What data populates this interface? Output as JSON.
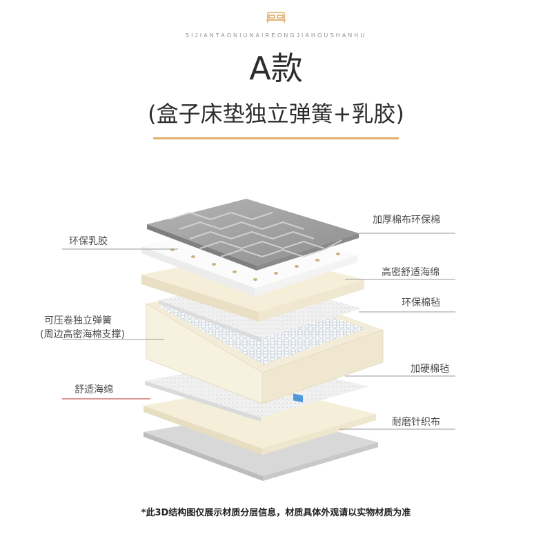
{
  "header": {
    "subtitle_latin": "SIJIANTAONIUNAIREONGJIAHOUSHANHU",
    "title": "A款",
    "subtitle": "(盒子床垫独立弹簧+乳胶)",
    "icon": "bed-icon"
  },
  "labels": {
    "right_1": "加厚棉布环保棉",
    "right_2": "高密舒适海绵",
    "right_3": "环保棉毡",
    "right_4": "加硬棉毡",
    "right_5": "耐磨针织布",
    "left_1": "环保乳胶",
    "left_2a": "可压卷独立弹簧",
    "left_2b": "(周边高密海棉支撑)",
    "left_3": "舒适海绵"
  },
  "footer": {
    "note": "*此3D结构图仅展示材质分层信息，材质具体外观请以实物材质为准"
  },
  "colors": {
    "accent": "#e0b06a",
    "sponge_accent_line": "#b52a2a",
    "foam": "#f5efd9",
    "quilt": "#9a9a9a",
    "spring_blue": "#3f8fd6"
  }
}
